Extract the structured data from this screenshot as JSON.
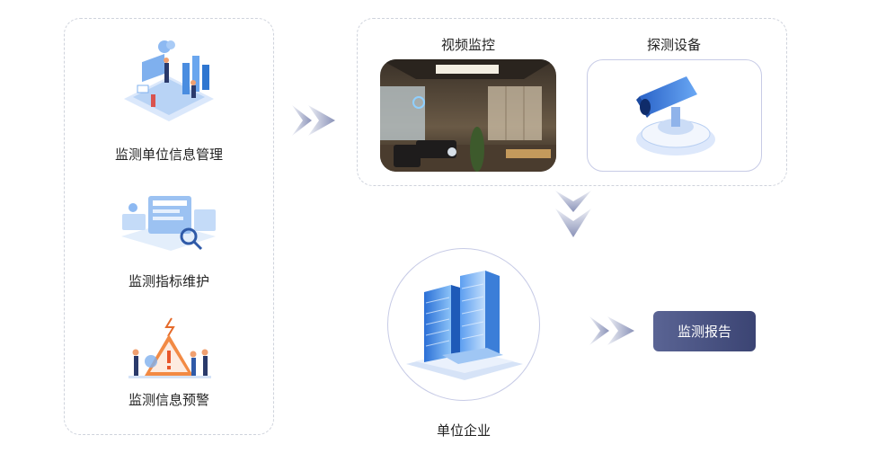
{
  "left_panel": {
    "items": [
      {
        "label": "监测单位信息管理",
        "icon": "data-dashboard-isometric-icon"
      },
      {
        "label": "监测指标维护",
        "icon": "indicator-search-icon"
      },
      {
        "label": "监测信息预警",
        "icon": "warning-alert-icon"
      }
    ]
  },
  "top_panel": {
    "video": {
      "title": "视频监控",
      "icon": "office-camera-photo"
    },
    "device": {
      "title": "探测设备",
      "icon": "security-camera-icon"
    }
  },
  "enterprise": {
    "label": "单位企业",
    "icon": "building-icon"
  },
  "report": {
    "label": "监测报告"
  },
  "colors": {
    "accent": "#4a90e2",
    "report_bg": "#46507f",
    "border": "#cfd3dc"
  }
}
